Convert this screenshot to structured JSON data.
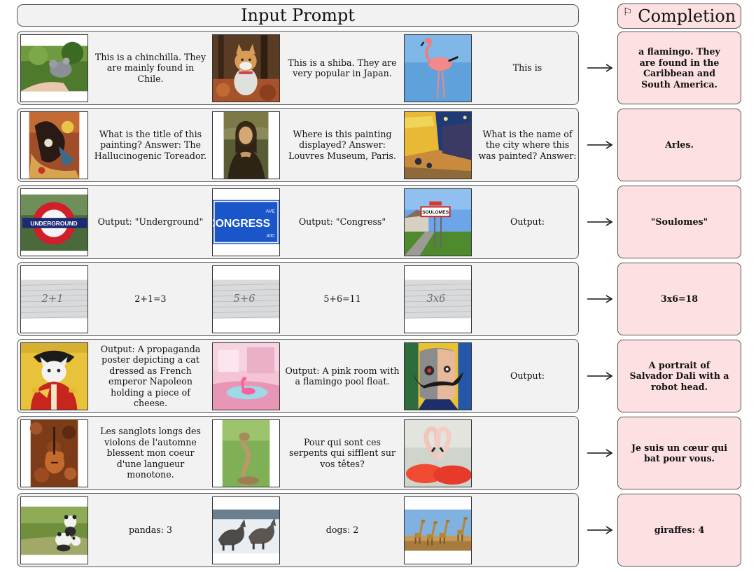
{
  "header": {
    "input_title": "Input Prompt",
    "completion_title": "Completion"
  },
  "rows": [
    {
      "images": [
        "chinchilla-photo",
        "shiba-photo",
        "flamingo-photo"
      ],
      "captions": [
        "This is a chinchilla. They are mainly found in Chile.",
        "This is a shiba. They are very popular in Japan.",
        "This is"
      ],
      "completion": "a flamingo. They are found in the Caribbean and South America."
    },
    {
      "images": [
        "dali-toreador-painting",
        "mona-lisa-painting",
        "cafe-terrace-painting"
      ],
      "captions": [
        "What is the title of this painting? Answer: The Hallucinogenic Toreador.",
        "Where is this painting displayed? Answer: Louvres Museum, Paris.",
        "What is the name of the city where this was painted? Answer:"
      ],
      "completion": "Arles."
    },
    {
      "images": [
        "underground-sign",
        "congress-street-sign",
        "soulomes-sign"
      ],
      "captions": [
        "Output: \"Underground\"",
        "Output: \"Congress\"",
        "Output:"
      ],
      "sign_text": [
        "UNDERGROUND",
        "CONGRESS",
        "SOULOMES"
      ],
      "completion": "\"Soulomes\""
    },
    {
      "images": [
        "handwritten-2+1",
        "handwritten-5+6",
        "handwritten-3x6"
      ],
      "captions": [
        "2+1=3",
        "5+6=11",
        ""
      ],
      "handwriting": [
        "2+1",
        "5+6",
        "3x6"
      ],
      "completion": "3x6=18"
    },
    {
      "images": [
        "napoleon-cat-poster",
        "pink-room-flamingo",
        "dali-robot-portrait"
      ],
      "captions": [
        "Output: A propaganda poster depicting a cat dressed as French emperor Napoleon holding a piece of cheese.",
        "Output: A pink room with a flamingo pool float.",
        "Output:"
      ],
      "completion": "A portrait of Salvador Dali with a robot head."
    },
    {
      "images": [
        "violin-leaves",
        "cobra-snake",
        "flamingos-heart"
      ],
      "captions": [
        "Les sanglots longs des violons de l'automne blessent mon coeur d'une langueur monotone.",
        "Pour qui sont ces serpents qui sifflent sur vos têtes?",
        ""
      ],
      "completion": "Je suis un cœur qui bat pour vous."
    },
    {
      "images": [
        "pandas-photo",
        "dogs-photo",
        "giraffes-photo"
      ],
      "captions": [
        "pandas: 3",
        "dogs: 2",
        ""
      ],
      "completion": "giraffes: 4"
    }
  ]
}
